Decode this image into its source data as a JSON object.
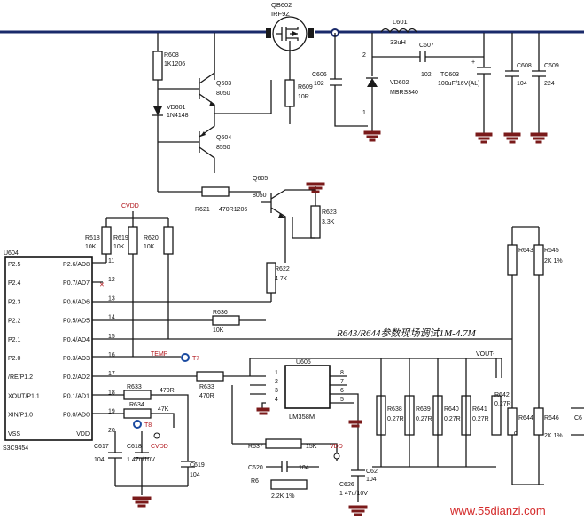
{
  "labels": {
    "qb602": "QB602",
    "irf": "IRF9Z",
    "l601": "L601",
    "l601_val": "33uH",
    "c607": "C607",
    "c607_val": "102",
    "c606": "C606",
    "c606_val": "102",
    "vd602": "VD602",
    "vd602_val": "MBRS340",
    "tc603": "TC603",
    "tc603_val": "100uF/16V(AL)",
    "c608": "C608",
    "c608_val": "104",
    "c609": "C609",
    "c609_val": "224",
    "r608": "R608",
    "r608_val": "1K1206",
    "q603": "Q603",
    "q603_val": "8050",
    "vd601": "VD601",
    "vd601_val": "1N4148",
    "q604": "Q604",
    "q604_val": "8550",
    "r609": "R609",
    "r609_val": "10R",
    "q605": "Q605",
    "q605_val": "8050",
    "r621": "R621",
    "r621_val": "470R1206",
    "r623": "R623",
    "r623_val": "3.3K",
    "r622": "R622",
    "r622_val": "4.7K",
    "cvdd": "CVDD",
    "r618": "R618",
    "r618_val": "10K",
    "r619": "R619",
    "r619_val": "10K",
    "r620": "R620",
    "r620_val": "10K",
    "u604": "U604",
    "chip": "S3C9454",
    "r636": "R636",
    "r636_val": "10K",
    "temp": "TEMP",
    "t7": "T7",
    "r633a": "R633",
    "r633a_val": "470R",
    "r634": "R634",
    "r634_val": "47K",
    "t8": "T8",
    "r633b": "R633",
    "r633b_val": "470R",
    "c617": "C617",
    "c617_val": "104",
    "c618": "C618",
    "c618_val": "1 47u/10V",
    "c619": "C619",
    "c619_val": "104",
    "u605": "U605",
    "u605_part": "LM358M",
    "r637": "R637",
    "r637_val": "15K",
    "c620": "C620",
    "c620_val": "104",
    "r638": "R638",
    "r638_val": "0.27R",
    "r639": "R639",
    "r639_val": "0.27R",
    "r640": "R640",
    "r640_val": "0.27R",
    "r641": "R641",
    "r641_val": "0.27R",
    "r642": "R642",
    "r642_val": "0.27R",
    "vout": "VOUT-",
    "r643": "R643",
    "r645": "R645",
    "r645_val": "2K 1%",
    "r644": "R644",
    "r646": "R646",
    "r646_val": "2K 1%",
    "r6xx": "R6",
    "r6xx_val": "2.2K 1%",
    "c6x": "C6",
    "c62x": "C62",
    "c62x_val": "104",
    "c626": "C626",
    "c626_val": "1 47u/10V",
    "vdd": "VDD"
  },
  "pins_left": [
    "P2.5",
    "P2.4",
    "P2.3",
    "P2.2",
    "P2.1",
    "P2.0",
    "/RE/P1.2",
    "XOUT/P1.1",
    "XIN/P1.0",
    "VSS"
  ],
  "pins_right": [
    "P2.6/AD8",
    "P0.7/AD7",
    "P0.6/AD6",
    "P0.5/AD5",
    "P0.4/AD4",
    "P0.3/AD3",
    "P0.2/AD2",
    "P0.1/AD1",
    "P0.0/AD0",
    "VDD"
  ],
  "pin_numbers": [
    "11",
    "12",
    "13",
    "14",
    "15",
    "16",
    "17",
    "18",
    "19",
    "20"
  ],
  "u605_pins": [
    "1",
    "2",
    "3",
    "4",
    "8",
    "7",
    "6",
    "5"
  ],
  "pin_nums_misc": {
    "two": "2",
    "one": "1",
    "c": "c"
  },
  "note": "R643/R644参数现场调试1M-4.7M",
  "watermark": "www.55dianzi.com"
}
